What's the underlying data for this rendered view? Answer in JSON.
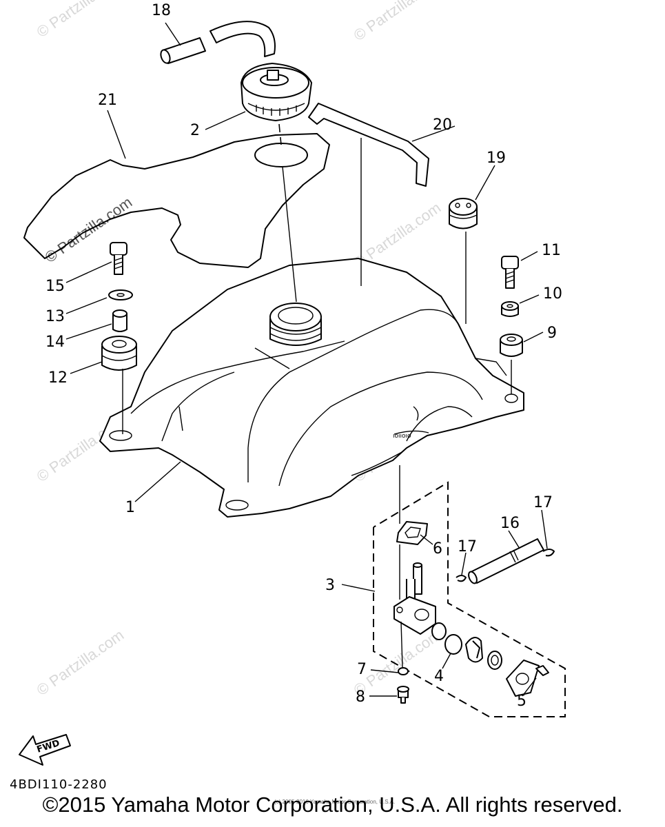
{
  "watermark": "© Partzilla.com",
  "diagram_code": "4BDI110-2280",
  "copyright_small": "(c) 2005-2016 Yamaha Motor Corporation, U.S.A.",
  "copyright": "©2015 Yamaha Motor Corporation, U.S.A. All rights reserved.",
  "fwd_label": "FWD",
  "callouts": {
    "c1": "1",
    "c2": "2",
    "c3": "3",
    "c4": "4",
    "c5": "5",
    "c6": "6",
    "c7": "7",
    "c8": "8",
    "c9": "9",
    "c10": "10",
    "c11": "11",
    "c12": "12",
    "c13": "13",
    "c14": "14",
    "c15": "15",
    "c16": "16",
    "c17a": "17",
    "c17b": "17",
    "c18": "18",
    "c19": "19",
    "c20": "20",
    "c21": "21"
  }
}
